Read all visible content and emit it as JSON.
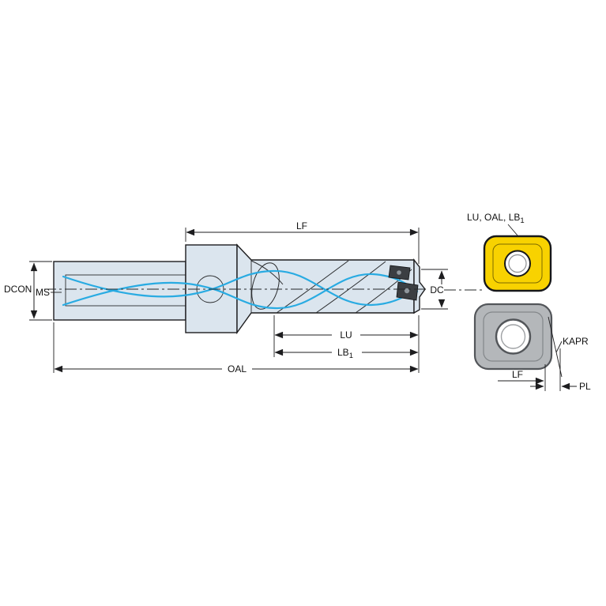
{
  "drawing": {
    "dimensions": {
      "lf_top": "LF",
      "dcon": "DCON",
      "ms": "MS",
      "dc": "DC",
      "lu": "LU",
      "lb1_main": "LB",
      "lb1_sub": "1",
      "oal": "OAL",
      "kapr": "KAPR",
      "insert_lf": "LF",
      "pl": "PL"
    },
    "insert_note": {
      "main": "LU, OAL, LB",
      "sub": "1"
    },
    "colors": {
      "body_fill": "#dbe5ee",
      "outline": "#1d1d1f",
      "coolant": "#29abe2",
      "insert_yellow": "#f8d200",
      "insert_gray": "#b4b7ba",
      "hole_fill": "#ffffff",
      "tip_insert_dark": "#3b3e42"
    }
  }
}
